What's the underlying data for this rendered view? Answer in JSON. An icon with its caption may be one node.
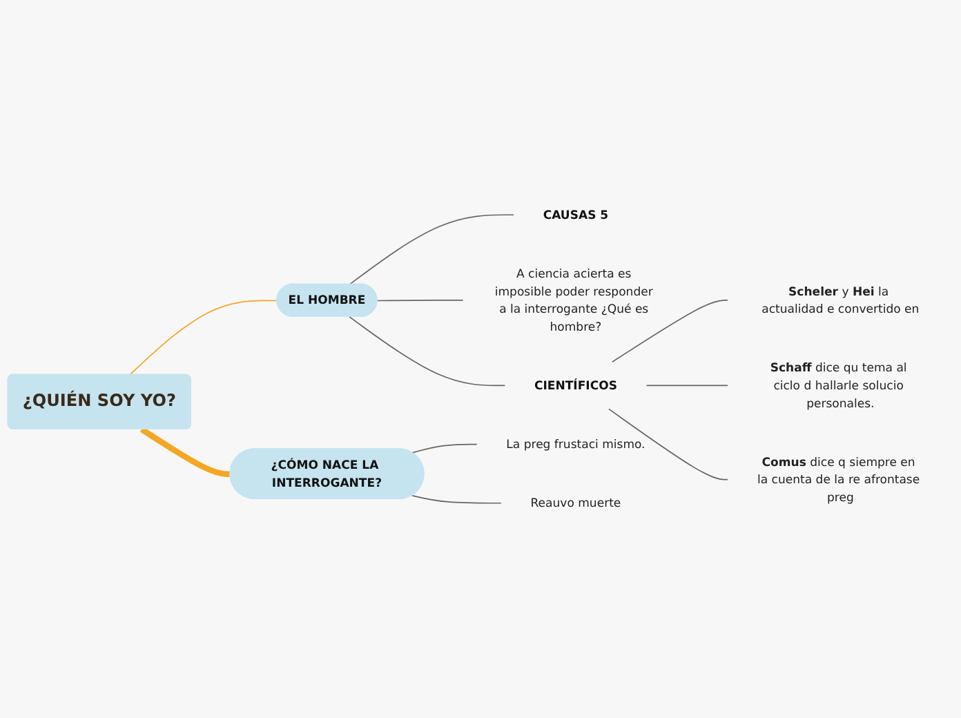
{
  "diagram": {
    "nodes": [
      {
        "text": [
          "¿QUIÉN SOY YO?"
        ]
      },
      {
        "text": [
          "EL HOMBRE"
        ]
      },
      {
        "text": [
          "CAUSAS"
        ],
        "beside": [
          "5"
        ]
      },
      {
        "text": [
          "A ciencia acierta es imposible poder responder a la interrogante ¿Qué es hombre?"
        ]
      },
      {
        "text": [
          "CIENTÍFICOS"
        ]
      },
      {
        "text": [
          "**Scheler** y **Hei** la actualidad e convertido en"
        ]
      },
      {
        "text": [
          "**Schaff** dice qu tema al ciclo d hallarle solucio personales."
        ]
      },
      {
        "text": [
          "**Comus** dice q siempre en la cuenta de la re afrontase preg"
        ]
      },
      {
        "text": [
          "¿CÓMO NACE LA INTERROGANTE?"
        ]
      },
      {
        "text": [
          "La preg frustaci mismo."
        ]
      },
      {
        "text": [
          "Reauvo muerte"
        ]
      }
    ],
    "edges": [
      {
        "from": 0,
        "to": 1,
        "arrow": "none",
        "color": "#f5a623"
      },
      {
        "from": 1,
        "to": 2,
        "arrow": "none"
      },
      {
        "from": 1,
        "to": 3,
        "arrow": "none"
      },
      {
        "from": 1,
        "to": 4,
        "arrow": "none"
      },
      {
        "from": 4,
        "to": 5,
        "arrow": "none"
      },
      {
        "from": 4,
        "to": 6,
        "arrow": "none"
      },
      {
        "from": 4,
        "to": 7,
        "arrow": "none"
      },
      {
        "from": 0,
        "to": 8,
        "arrow": "none",
        "style": "thick",
        "color": "#f5a623"
      },
      {
        "from": 8,
        "to": 9,
        "arrow": "none"
      },
      {
        "from": 8,
        "to": 10,
        "arrow": "none"
      }
    ]
  }
}
